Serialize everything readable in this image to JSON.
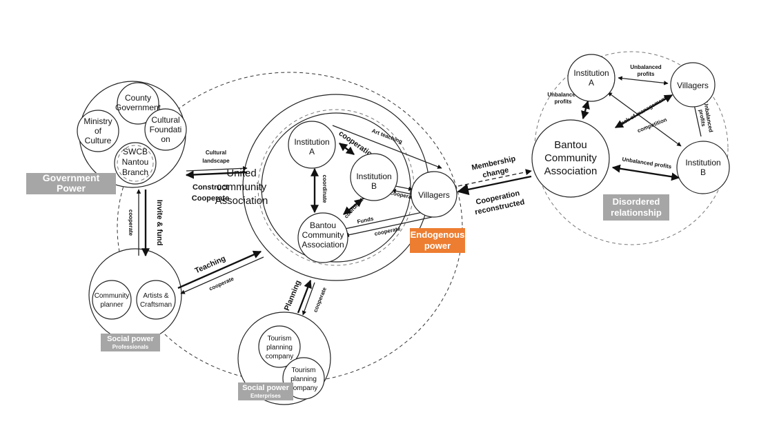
{
  "nodes": {
    "county_government": "County Government",
    "ministry_of_culture": "Ministry of Culture",
    "cultural_foundation": "Cultural Foundation",
    "swcb_nantou_branch": "SWCB Nantou Branch",
    "community_planner": "Community planner",
    "artists_craftsman": "Artists & Craftsman",
    "tourism_company_1": "Tourism planning company",
    "tourism_company_2": "Tourism planning company",
    "united_community_association": "United community Association",
    "center_institution_a": "Institution A",
    "center_institution_b": "Institution B",
    "center_bantou": "Bantou Community Association",
    "center_villagers": "Villagers",
    "right_institution_a": "Institution A",
    "right_villagers": "Villagers",
    "right_bantou": "Bantou Community Association",
    "right_institution_b": "Institution B"
  },
  "badges": {
    "government_power": "Government Power",
    "social_power_professionals": "Social power",
    "social_power_professionals_sub": "Professionals",
    "social_power_enterprises": "Social power",
    "social_power_enterprises_sub": "Enterprises",
    "endogenous_power": "Endogenous power",
    "disordered_relationship": "Disordered relationship"
  },
  "edge_labels": {
    "cultural_landscape": "Cultural landscape",
    "construct_cooperate": "Construct Cooperate",
    "invite_fund": "Invite & fund",
    "cooperate_gov_prof": "cooperate",
    "teaching": "Teaching",
    "cooperate_teaching": "cooperate",
    "planning": "Planning",
    "cooperate_planning": "cooperate",
    "art_teaching": "Art teaching",
    "cooperation": "cooperation",
    "coordinate_1": "coordinate",
    "coordinate_2": "coordinate",
    "cooperate_b_villagers": "cooperate",
    "funds": "Funds",
    "cooperate_bantou_villagers": "cooperate",
    "membership_change": "Membership change",
    "cooperation_reconstructed": "Cooperation reconstructed",
    "unbalanced_profits_top": "Unbalanced profits",
    "unbalanced_profits_left": "Unbalanced profits",
    "unbalanced_profits_right": "Unbalanced profits",
    "unbalanced_profits_bottom": "Unbalanced profits",
    "lack_of_management": "Lack of management",
    "competition": "competition"
  },
  "colors": {
    "badge_gray": "#a6a6a6",
    "badge_orange": "#ed7d31"
  }
}
